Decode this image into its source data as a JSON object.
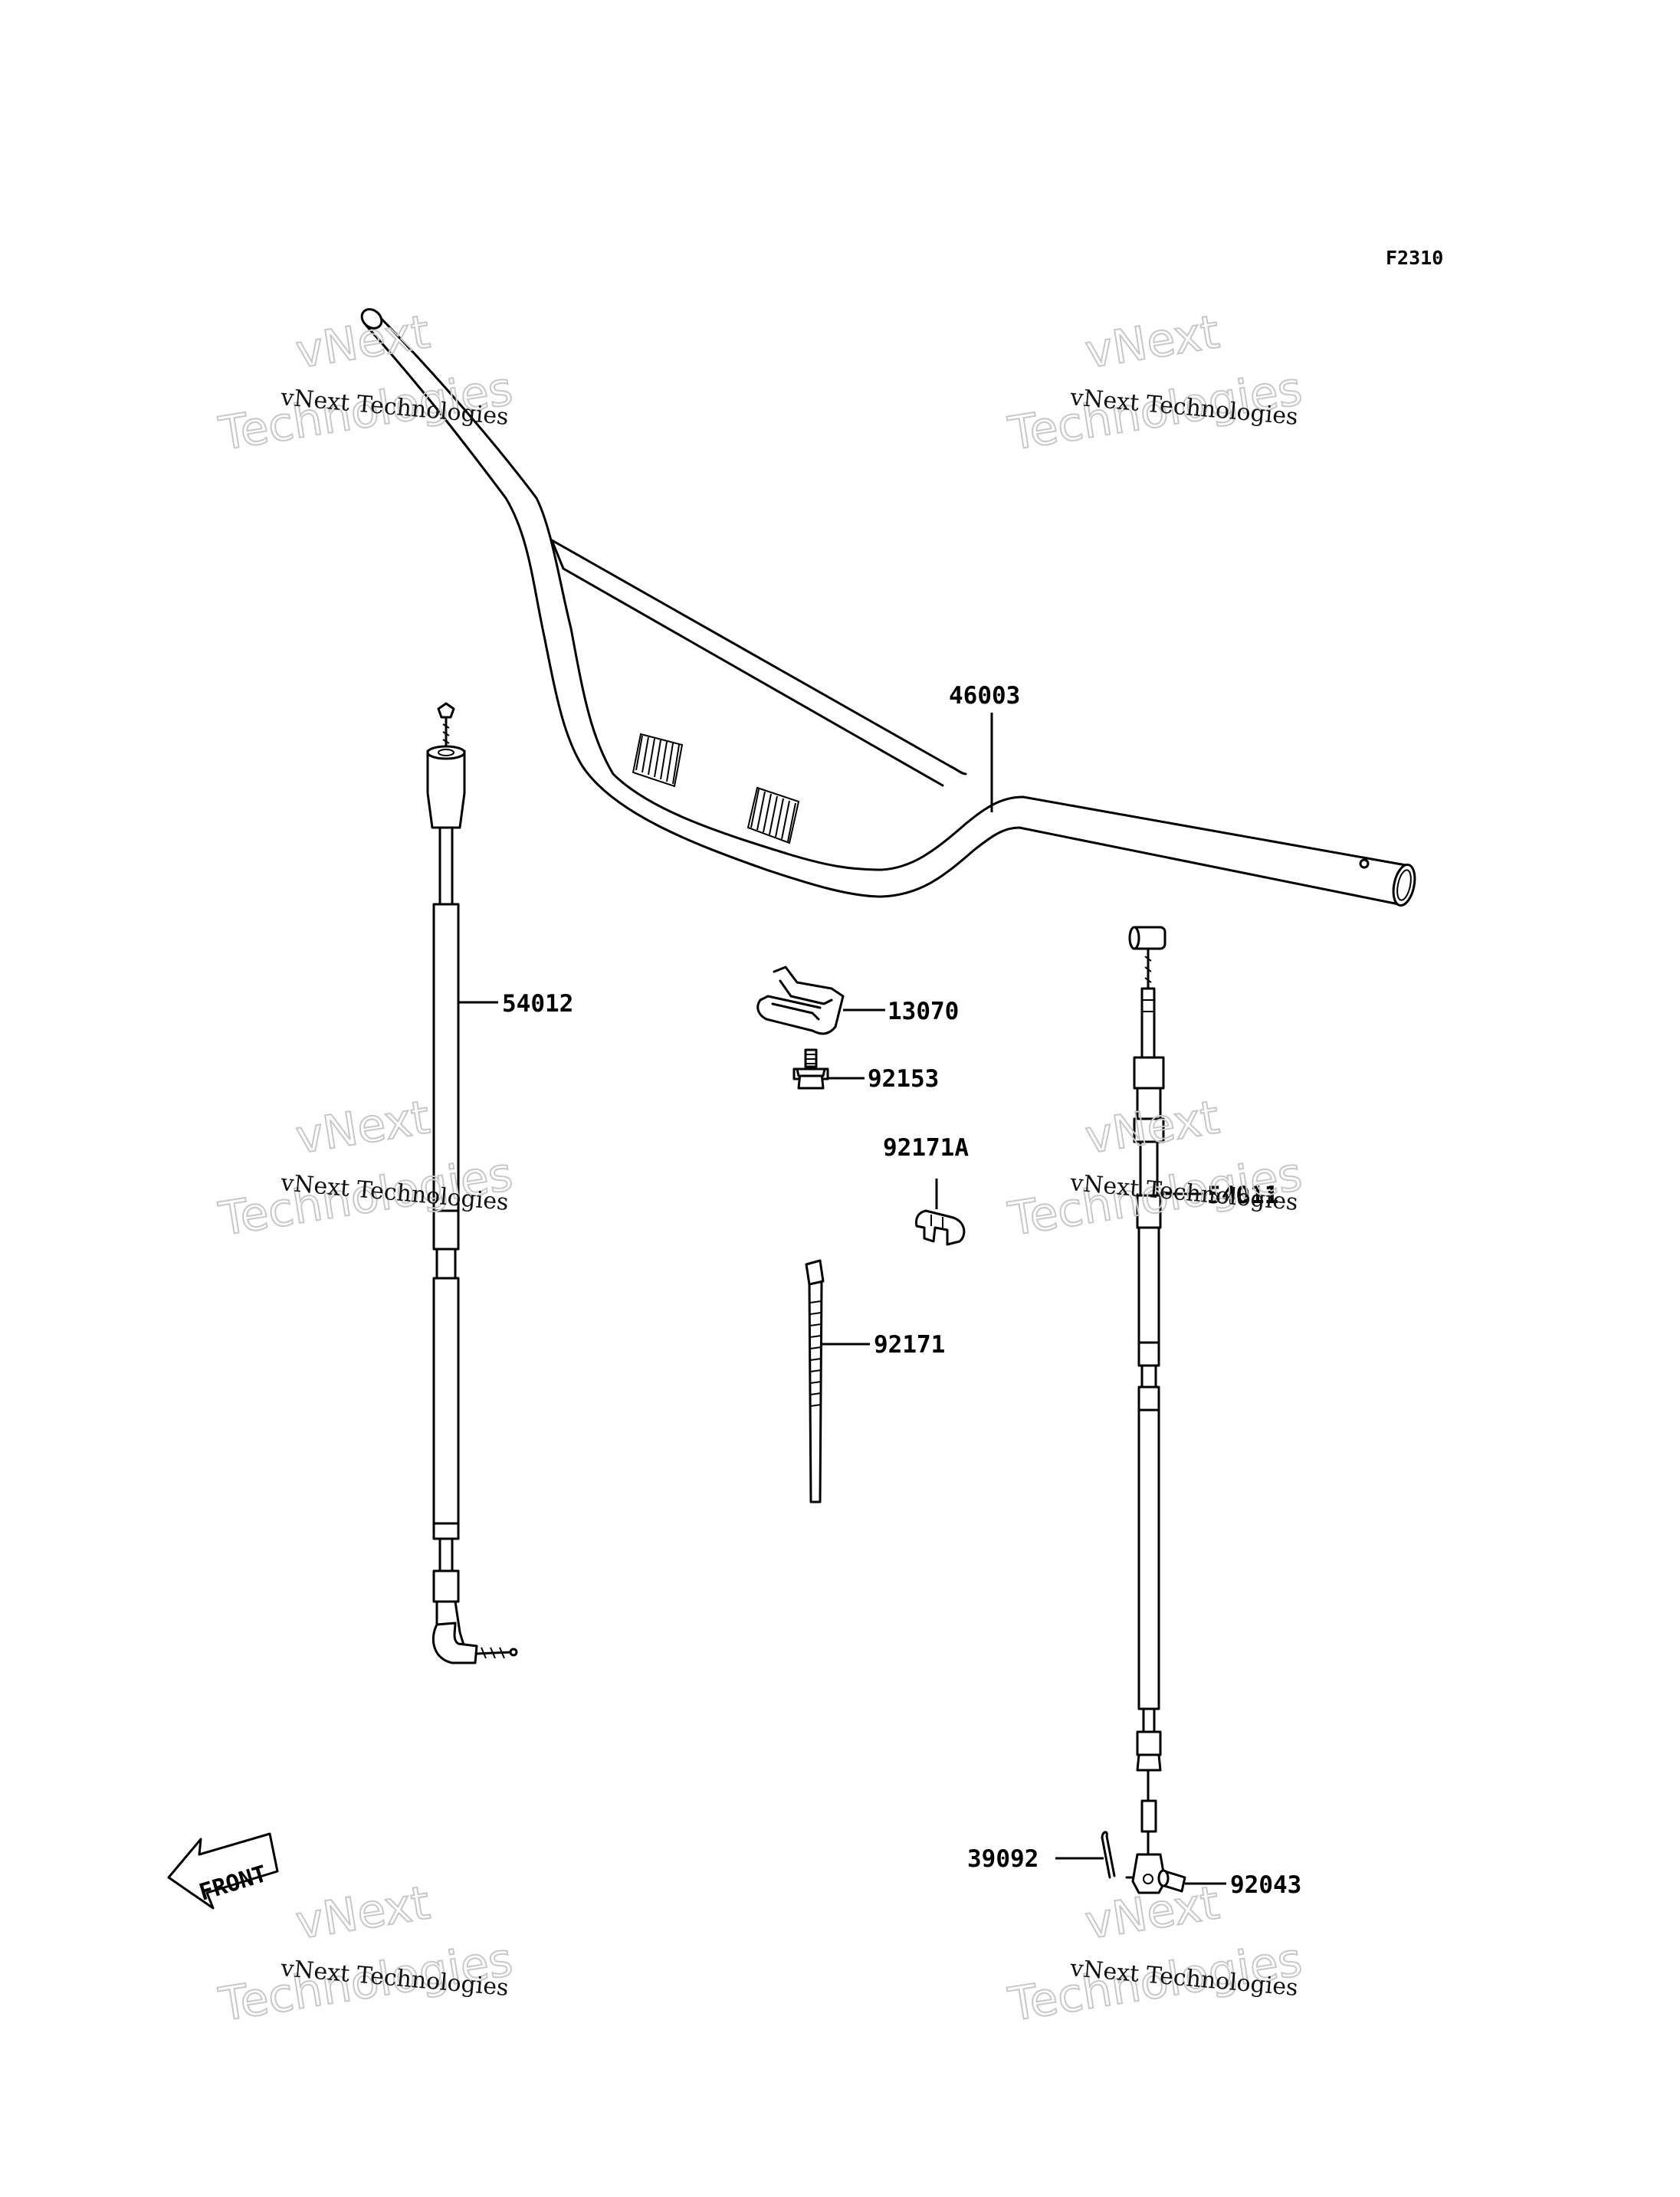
{
  "diagram_code": "F2310",
  "parts": {
    "handlebar": "46003",
    "clutch_cable": "54012",
    "holder": "13070",
    "bolt": "92153",
    "clamp": "92171A",
    "band": "92171",
    "throttle_cable": "54011",
    "cotter_pin": "39092",
    "pin": "92043"
  },
  "front_marker": "FRONT",
  "watermark": {
    "line1": "vNext Technologies",
    "big1": "vNext",
    "big2": "Technologies"
  }
}
